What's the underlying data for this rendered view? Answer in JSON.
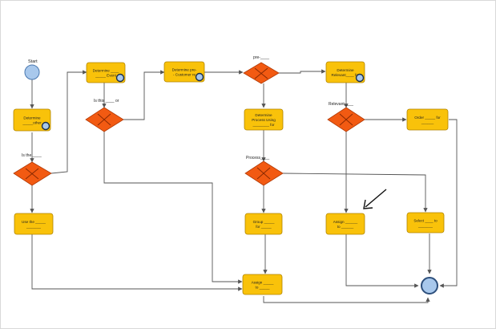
{
  "colors": {
    "task_fill": "#f9c20a",
    "task_stroke": "#b08400",
    "gateway_fill": "#f25a12",
    "gateway_stroke": "#b23a06",
    "event_fill": "#a8c8ec",
    "event_stroke": "#4a78b0",
    "connector": "#555555"
  },
  "diagram": {
    "start_label": "Start",
    "tasks": [
      {
        "id": "t1",
        "line1": "Determine",
        "line2": "_____other"
      },
      {
        "id": "t2",
        "line1": "Determine ____",
        "line2": "_____ Event"
      },
      {
        "id": "t3",
        "line1": "Determine pre-",
        "line2": "- Customer re"
      },
      {
        "id": "t4",
        "line1": "Determine",
        "line2": "Relevant____ for"
      },
      {
        "id": "t5",
        "line1": "Determine",
        "line2": "Process Using",
        "line3": "________ for"
      },
      {
        "id": "t6",
        "line1": "Order _____ for",
        "line2": "______"
      },
      {
        "id": "t7",
        "line1": "Use the _____",
        "line2": "_______"
      },
      {
        "id": "t8",
        "line1": "Group _____",
        "line2": "for _____"
      },
      {
        "id": "t9",
        "line1": "Assign _____",
        "line2": "to _____"
      },
      {
        "id": "t10",
        "line1": "Select ____ to",
        "line2": "_______"
      },
      {
        "id": "t11",
        "line1": "Assign ______",
        "line2": "to ______"
      }
    ],
    "gateway_labels": {
      "g1": "Is the ____",
      "g2": "Is this ____ or",
      "g3": "pre-____",
      "g4": "Relevant____",
      "g5": "Process____"
    },
    "end_label": ""
  }
}
